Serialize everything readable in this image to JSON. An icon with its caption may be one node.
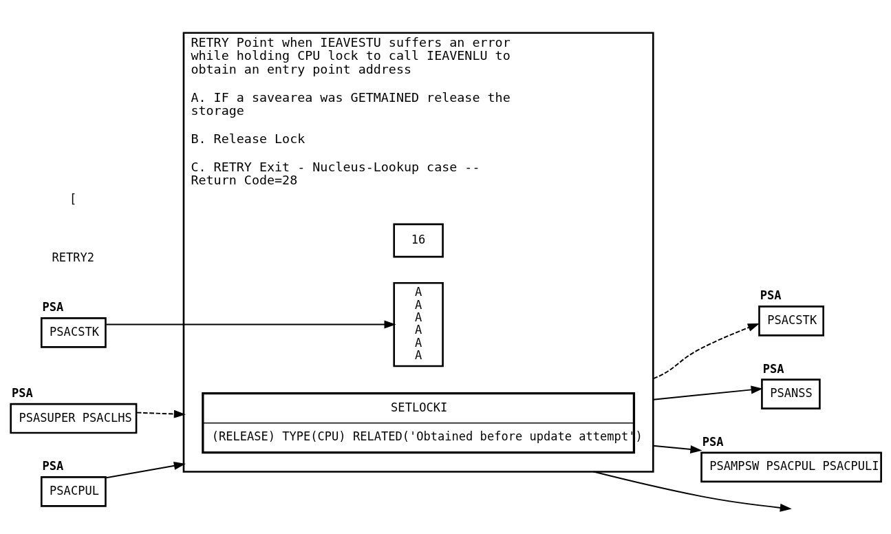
{
  "diagram": {
    "nodes": [
      {
        "text": [
          "RETRY Point when IEAVESTU suffers an error while holding CPU lock to call IEAVENLU to obtain an entry point address",
          "A. IF a savearea was GETMAINED release the storage",
          "B. Release Lock",
          "C. RETRY Exit - Nucleus-Lookup case -- Return Code=28"
        ]
      },
      {
        "text": [
          "16"
        ],
        "in": 0
      },
      {
        "text": [
          "A A A A A A"
        ],
        "in": 0
      },
      {
        "text": [
          "SETLOCKI",
          "(RELEASE) TYPE(CPU) RELATED('Obtained before update attempt')"
        ],
        "in": 0
      },
      {
        "text": [
          "PSA",
          "PSACSTK"
        ]
      },
      {
        "text": [
          "PSA",
          "PSASUPER PSACLHS"
        ]
      },
      {
        "text": [
          "PSA",
          "PSACPUL"
        ]
      },
      {
        "text": [
          "PSA",
          "PSACSTK"
        ]
      },
      {
        "text": [
          "PSA",
          "PSANSS"
        ]
      },
      {
        "text": [
          "PSA",
          "PSAMPSW PSACPUL PSACPULI"
        ]
      }
    ],
    "edges": [
      {
        "from": 4,
        "to": 2,
        "arrow": "to"
      },
      {
        "from": 5,
        "to": 0,
        "arrow": "to",
        "style": "dashed"
      },
      {
        "from": 6,
        "to": 0,
        "arrow": "to"
      },
      {
        "from": 0,
        "to": 7,
        "arrow": "to",
        "style": "dashed"
      },
      {
        "from": 0,
        "to": 8,
        "arrow": "to"
      },
      {
        "from": 0,
        "to": 9,
        "arrow": "to"
      },
      {
        "from": 0,
        "to": null,
        "arrow": "to"
      }
    ],
    "labels": [
      "RETRY2",
      "["
    ]
  }
}
